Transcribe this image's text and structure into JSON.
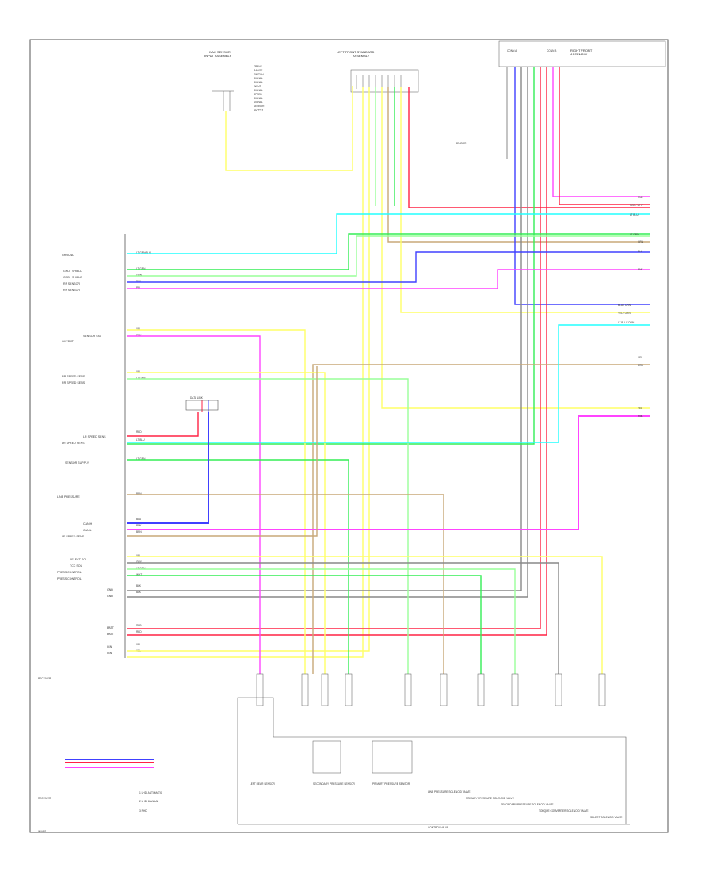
{
  "colors": {
    "frame": "#555555",
    "blue": "#4040ff",
    "red": "#ff2244",
    "pink": "#ff44ff",
    "yellow": "#ffff66",
    "cyan": "#22ffff",
    "green": "#33ee55",
    "lightgreen": "#99ff99",
    "tan": "#c8a878",
    "gray": "#888888"
  },
  "labels": {
    "top_left_connector": "HVAC SENSOR",
    "top_left_connector_sub": "INPUT ASSEMBLY",
    "top_center_connector": "LEFT FRONT STANDARD",
    "top_center_connector_sub": "ASSEMBLY",
    "top_right_connector": "RIGHT FRONT",
    "top_right_connector_sub": "ASSEMBLY",
    "right_mid_note": "SENSOR",
    "diag_connector": "DATA LINK",
    "left_bottom_note": "RECEIVER",
    "bottom_left_note": "RECEIVER",
    "legend_1": "1  LHD, AUTOMATIC",
    "legend_2": "2  LHD, MANUAL",
    "legend_3": "3  RHD",
    "bottom_group": "CONTROL VALVE",
    "footer_code": "W/ABS"
  },
  "left_pins": [
    {
      "label": "GROUND",
      "wire": "LT GRN/BLK"
    },
    {
      "label": "GND / SHIELD",
      "wire": "LT GRN"
    },
    {
      "label": "GND / SHIELD",
      "wire": "GRN"
    },
    {
      "label": "RF SENSOR",
      "wire": "BLU"
    },
    {
      "label": "RF SENSOR",
      "wire": "PPL"
    },
    {
      "label": "SENSOR SIG",
      "wire": "YEL"
    },
    {
      "label": "OUTPUT",
      "wire": "PNK"
    },
    {
      "label": "RR SPEED SENS",
      "wire": "YEL"
    },
    {
      "label": "RR SPEED SENS",
      "wire": "LT GRN"
    },
    {
      "label": "LR SPEED SENS",
      "wire": "RED"
    },
    {
      "label": "LR SPEED SENS",
      "wire": "LT BLU"
    },
    {
      "label": "SENSOR SUPPLY",
      "wire": "LT GRN"
    },
    {
      "label": "LINE PRESSURE",
      "wire": "BRN"
    },
    {
      "label": "CAN H",
      "wire": "BLU"
    },
    {
      "label": "CAN L",
      "wire": "PNK"
    },
    {
      "label": "LF SPEED SENS",
      "wire": "BRN"
    },
    {
      "label": "SELECT SOL",
      "wire": "YEL"
    },
    {
      "label": "TCC SOL",
      "wire": "GRY"
    },
    {
      "label": "PRESS CONTROL",
      "wire": "LT GRN"
    },
    {
      "label": "PRESS CONTROL",
      "wire": "WHT"
    },
    {
      "label": "GND",
      "wire": "BLK"
    },
    {
      "label": "GND",
      "wire": "BLK"
    },
    {
      "label": "BATT",
      "wire": "RED"
    },
    {
      "label": "BATT",
      "wire": "RED"
    },
    {
      "label": "IGN",
      "wire": "YEL"
    },
    {
      "label": "IGN",
      "wire": "YEL"
    }
  ],
  "right_wires": [
    {
      "wire": "PNK"
    },
    {
      "wire": "RED / WHT"
    },
    {
      "wire": "LT BLU"
    },
    {
      "wire": "LT GRN"
    },
    {
      "wire": "GRN"
    },
    {
      "wire": "BLU"
    },
    {
      "wire": "PNK"
    },
    {
      "wire": "BLU / ORN"
    },
    {
      "wire": "YEL / ORN"
    },
    {
      "wire": "LT BLU / ORN"
    },
    {
      "wire": "YEL"
    },
    {
      "wire": "BRN"
    },
    {
      "wire": "YEL"
    },
    {
      "wire": "PNK"
    }
  ],
  "bottom_components": [
    {
      "label": "LEFT REAR SENSOR"
    },
    {
      "label": "SECONDARY PRESSURE SENSOR"
    },
    {
      "label": "PRIMARY PRESSURE SENSOR"
    },
    {
      "label": "LINE PRESSURE SOLENOID VALVE"
    },
    {
      "label": "PRIMARY PRESSURE SOLENOID VALVE"
    },
    {
      "label": "SECONDARY PRESSURE SOLENOID VALVE"
    },
    {
      "label": "TORQUE CONVERTER SOLENOID VALVE"
    },
    {
      "label": "SELECT SOLENOID VALVE"
    }
  ]
}
